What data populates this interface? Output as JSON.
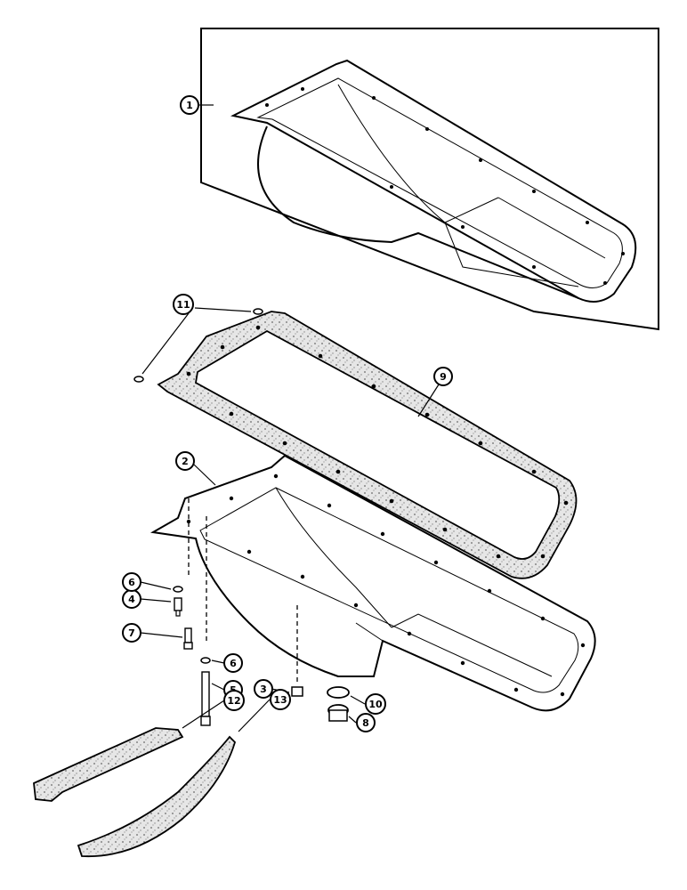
{
  "callouts": [
    {
      "label": "1"
    },
    {
      "label": "2"
    },
    {
      "label": "3"
    },
    {
      "label": "4"
    },
    {
      "label": "5"
    },
    {
      "label": "6"
    },
    {
      "label": "6"
    },
    {
      "label": "7"
    },
    {
      "label": "8"
    },
    {
      "label": "9"
    },
    {
      "label": "10"
    },
    {
      "label": "11"
    },
    {
      "label": "12"
    },
    {
      "label": "13"
    }
  ]
}
